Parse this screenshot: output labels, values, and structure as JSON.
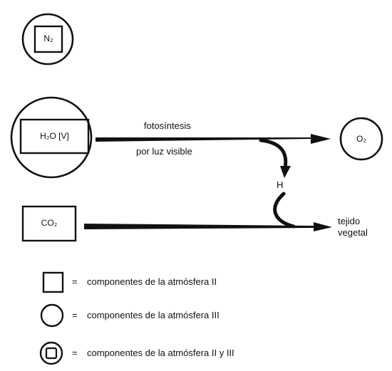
{
  "diagram": {
    "nodes": {
      "n2": {
        "label": "N₂",
        "shape": "square-in-circle"
      },
      "h2o": {
        "label": "H₂O [V]",
        "shape": "square-in-circle"
      },
      "o2": {
        "label": "O₂",
        "shape": "circle"
      },
      "co2": {
        "label": "CO₂",
        "shape": "square"
      }
    },
    "process": {
      "upper": "fotosíntesis",
      "lower": "por luz visible"
    },
    "intermediate": "H",
    "product": {
      "line1": "tejido",
      "line2": "vegetal"
    }
  },
  "legend": [
    {
      "symbol": "square",
      "equals": "=",
      "text": "componentes de la atmósfera II"
    },
    {
      "symbol": "circle",
      "equals": "=",
      "text": "componentes de la atmósfera III"
    },
    {
      "symbol": "square-in-circle",
      "equals": "=",
      "text": "componentes de la atmósfera II y III"
    }
  ],
  "colors": {
    "ink": "#111111",
    "paper": "#ffffff"
  }
}
